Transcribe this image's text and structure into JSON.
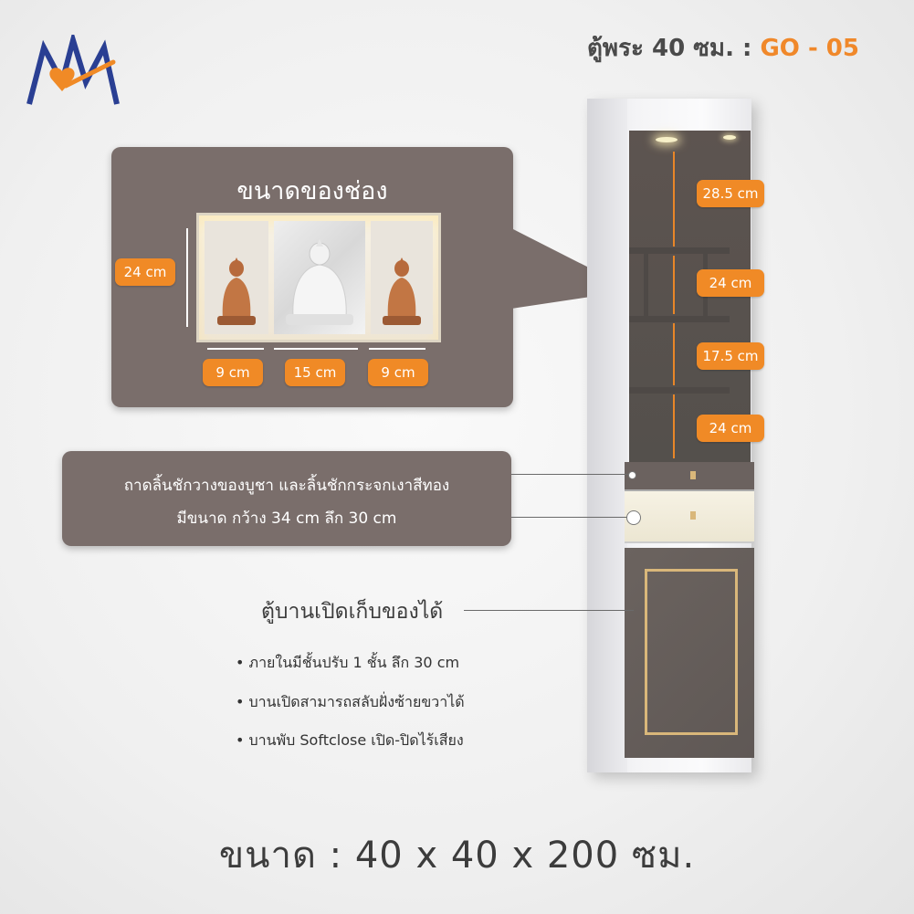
{
  "header": {
    "title": "ตู้พระ 40 ซม. :",
    "code": "GO - 05"
  },
  "niche_panel": {
    "title": "ขนาดของช่อง",
    "height_tag": "24 cm",
    "width_tags": [
      "9 cm",
      "15 cm",
      "9 cm"
    ]
  },
  "drawer_panel": {
    "line1": "ถาดลิ้นชักวางของบูชา และลิ้นชักกระจกเงาสีทอง",
    "line2": "มีขนาด กว้าง 34 cm ลึก 30 cm"
  },
  "cabinet_dims": [
    "28.5 cm",
    "24 cm",
    "17.5 cm",
    "24 cm"
  ],
  "door": {
    "title": "ตู้บานเปิดเก็บของได้",
    "bullets": [
      "• ภายในมีชั้นปรับ 1 ชั้น ลึก 30 cm",
      "• บานเปิดสามารถสลับฝั่งซ้ายขวาได้",
      "• บานพับ Softclose เปิด-ปิดไร้เสียง"
    ]
  },
  "size_caption": "ขนาด : 40 x 40 x 200 ซม.",
  "colors": {
    "accent": "#f08a26",
    "panel": "#7a6e6b",
    "logo_blue": "#2a3f93",
    "gold": "#d9b77a"
  }
}
